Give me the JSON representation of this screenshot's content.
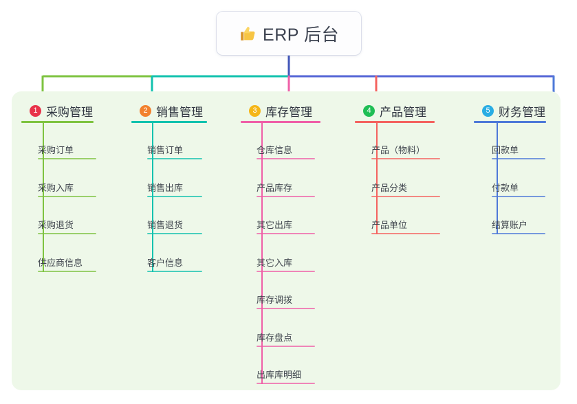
{
  "root": {
    "title": "ERP 后台",
    "icon": "thumbs-up-icon",
    "card_bg": "#fdfdfe"
  },
  "panel": {
    "background": "#eef8e9"
  },
  "palette": {
    "green": "#7ec340",
    "teal": "#12c2ae",
    "pink": "#ef5fa7",
    "red": "#f4635f",
    "blue": "#4e79d8",
    "trunk": "#4055b8",
    "right_wire": "#5566d6"
  },
  "columns": [
    {
      "number": "1",
      "title": "采购管理",
      "badge_color": "#e8334a",
      "line_color": "#7ec340",
      "items": [
        {
          "label": "采购订单"
        },
        {
          "label": "采购入库"
        },
        {
          "label": "采购退货"
        },
        {
          "label": "供应商信息"
        }
      ]
    },
    {
      "number": "2",
      "title": "销售管理",
      "badge_color": "#f2812e",
      "line_color": "#12c2ae",
      "items": [
        {
          "label": "销售订单"
        },
        {
          "label": "销售出库"
        },
        {
          "label": "销售退货"
        },
        {
          "label": "客户信息"
        }
      ]
    },
    {
      "number": "3",
      "title": "库存管理",
      "badge_color": "#f5b617",
      "line_color": "#ef5fa7",
      "items": [
        {
          "label": "仓库信息"
        },
        {
          "label": "产品库存"
        },
        {
          "label": "其它出库"
        },
        {
          "label": "其它入库"
        },
        {
          "label": "库存调拨"
        },
        {
          "label": "库存盘点"
        },
        {
          "label": "出库库明细"
        }
      ]
    },
    {
      "number": "4",
      "title": "产品管理",
      "badge_color": "#1fbe55",
      "line_color": "#f4635f",
      "items": [
        {
          "label": "产品（物料）"
        },
        {
          "label": "产品分类"
        },
        {
          "label": "产品单位"
        }
      ]
    },
    {
      "number": "5",
      "title": "财务管理",
      "badge_color": "#29ade3",
      "line_color": "#4e79d8",
      "items": [
        {
          "label": "回款单"
        },
        {
          "label": "付款单"
        },
        {
          "label": "结算账户"
        }
      ]
    }
  ]
}
